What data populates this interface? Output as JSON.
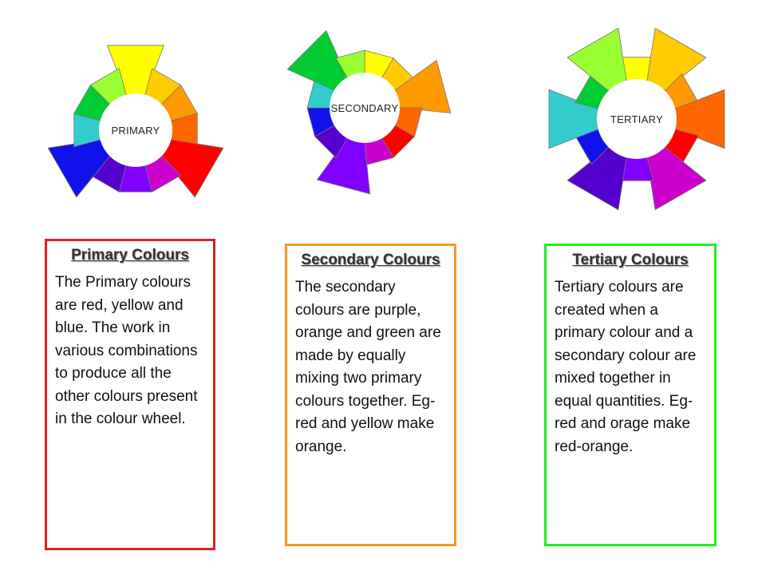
{
  "wheels": [
    {
      "id": "primary",
      "label": "PRIMARY",
      "segments": [
        "#ffff00",
        "#ffcc00",
        "#ff9900",
        "#ff6600",
        "#ff0000",
        "#cc00cc",
        "#7f00ff",
        "#5500cc",
        "#1111ee",
        "#33cccc",
        "#00cc33",
        "#99ff33"
      ],
      "enlarged": [
        0,
        4,
        8
      ]
    },
    {
      "id": "secondary",
      "label": "SECONDARY",
      "segments": [
        "#ffff00",
        "#ffcc00",
        "#ff9900",
        "#ff6600",
        "#ff0000",
        "#cc00cc",
        "#7f00ff",
        "#5500cc",
        "#1111ee",
        "#33cccc",
        "#00cc33",
        "#99ff33"
      ],
      "enlarged": [
        2,
        6,
        10
      ]
    },
    {
      "id": "tertiary",
      "label": "TERTIARY",
      "segments": [
        "#ffff00",
        "#ffcc00",
        "#ff9900",
        "#ff6600",
        "#ff0000",
        "#cc00cc",
        "#7f00ff",
        "#5500cc",
        "#1111ee",
        "#33cccc",
        "#00cc33",
        "#99ff33"
      ],
      "enlarged": [
        1,
        3,
        5,
        7,
        9,
        11
      ]
    }
  ],
  "cards": {
    "primary": {
      "title": "Primary Colours",
      "body": "The Primary colours are red, yellow and blue. The work in various combinations to produce all the other colours present in the colour wheel.",
      "border": "#e02020"
    },
    "secondary": {
      "title": "Secondary Colours",
      "body": "The secondary colours are purple, orange and green are made by equally mixing two primary colours together. Eg- red and yellow make orange.",
      "border": "#f39a1e"
    },
    "tertiary": {
      "title": "Tertiary Colours",
      "body": "Tertiary colours are created when a primary colour and a secondary colour are mixed together in equal quantities. Eg- red and orage make red-orange.",
      "border": "#22ee22"
    }
  }
}
